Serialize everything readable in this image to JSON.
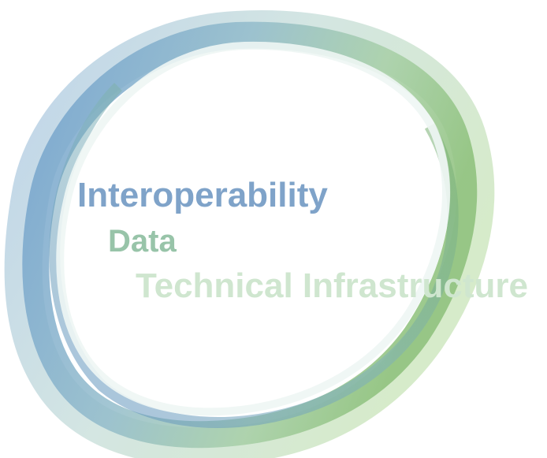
{
  "graphic": {
    "words": [
      {
        "text": "Interoperability",
        "color": "#7fa3c9"
      },
      {
        "text": "Data",
        "color": "#98c4a9"
      },
      {
        "text": "Technical Infrastructure",
        "color": "#cfe6cf"
      }
    ],
    "colors": {
      "ring_blue": "#6f9fcd",
      "ring_teal": "#8fc0b4",
      "ring_green": "#8cc07a",
      "ring_light": "#dcebe6"
    }
  }
}
